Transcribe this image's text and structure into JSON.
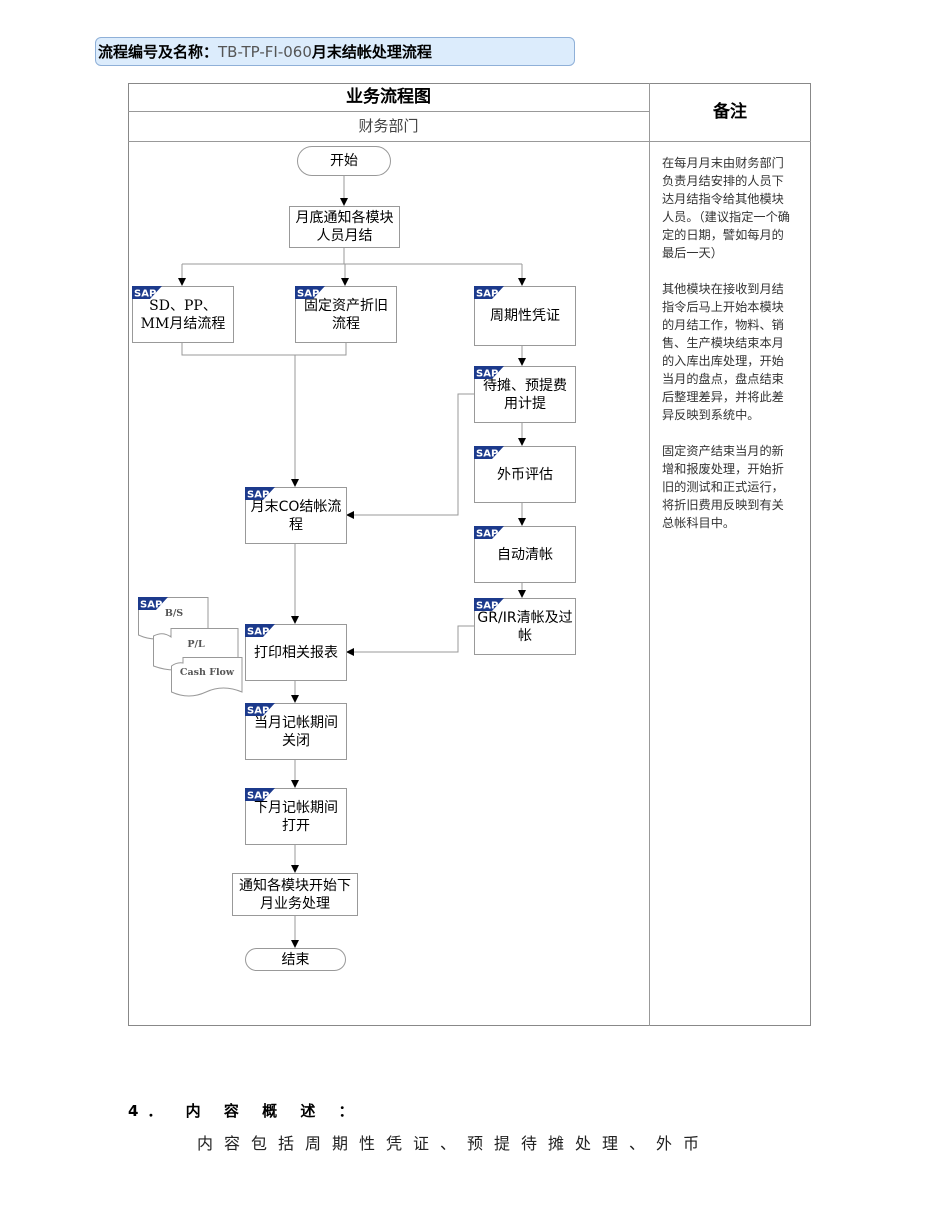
{
  "header": {
    "label": "流程编号及名称：",
    "code": "TB-TP-FI-060",
    "name": "月末结帐处理流程"
  },
  "table": {
    "title": "业务流程图",
    "department": "财务部门",
    "notes_header": "备注"
  },
  "notes": [
    "在每月月末由财务部门负责月结安排的人员下达月结指令给其他模块人员。（建议指定一个确定的日期，譬如每月的最后一天）",
    "其他模块在接收到月结指令后马上开始本模块的月结工作，物料、销售、生产模块结束本月的入库出库处理，开始当月的盘点，盘点结束后整理差异，并将此差异反映到系统中。",
    "固定资产结束当月的新增和报废处理，开始折旧的测试和正式运行，将折旧费用反映到有关总帐科目中。"
  ],
  "nodes": {
    "start": "开始",
    "notify": "月底通知各模块人员月结",
    "sd": "SD、PP、MM月结流程",
    "fa": "固定资产折旧流程",
    "periodic": "周期性凭证",
    "accrual": "待摊、预提费用计提",
    "fx": "外币评估",
    "clear": "自动清帐",
    "grir": "GR/IR清帐及过帐",
    "co": "月末CO结帐流程",
    "print": "打印相关报表",
    "close": "当月记帐期间关闭",
    "open": "下月记帐期间打开",
    "notify_next": "通知各模块开始下月业务处理",
    "end": "结束"
  },
  "sap_logo": "SAP",
  "reports": [
    "B/S",
    "P/L",
    "Cash Flow"
  ],
  "section": {
    "title": "4． 内 容 概 述 ：",
    "text": "内容包括周期性凭证、预提待摊处理、外币"
  }
}
